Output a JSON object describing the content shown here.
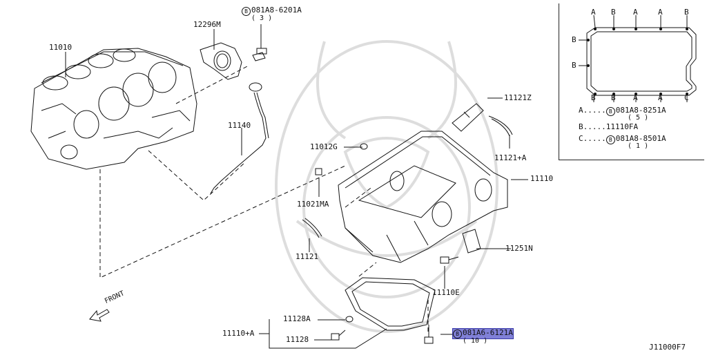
{
  "diagram": {
    "code": "J11000F7",
    "front_label": "FRONT",
    "parts": {
      "block": "11010",
      "seal": "12296M",
      "dipstick": "11140",
      "bolt_top_ref": "081A8-6201A",
      "bolt_top_qty": "( 3 )",
      "baffle": "11121Z",
      "gasket_right": "11121+A",
      "plug": "11012G",
      "cap": "11021MA",
      "oil_pan": "11110",
      "gasket_left": "11121",
      "plate": "11251N",
      "bolt_side": "11110E",
      "drain_washer": "11128A",
      "drain_plug": "11128",
      "lower_pan": "11110+A",
      "bolt_bottom_ref": "081A6-6121A",
      "bolt_bottom_qty": "( 10 )"
    },
    "circled_letter": "B",
    "inset": {
      "top_letters": [
        "A",
        "B",
        "A",
        "A",
        "B"
      ],
      "bottom_letters": [
        "B",
        "B",
        "A",
        "A",
        "C"
      ],
      "side_letters": [
        "B",
        "B"
      ],
      "legend": [
        {
          "key": "A",
          "dots": ".....",
          "circled": "B",
          "ref": "081A8-8251A",
          "qty": "( 5 )"
        },
        {
          "key": "B",
          "dots": ".....",
          "circled": "",
          "ref": "11110FA",
          "qty": ""
        },
        {
          "key": "C",
          "dots": ".....",
          "circled": "B",
          "ref": "081A8-8501A",
          "qty": "( 1 )"
        }
      ]
    },
    "colors": {
      "line": "#111111",
      "highlight": "#8080d8",
      "watermark": "#d9d9d9"
    }
  }
}
